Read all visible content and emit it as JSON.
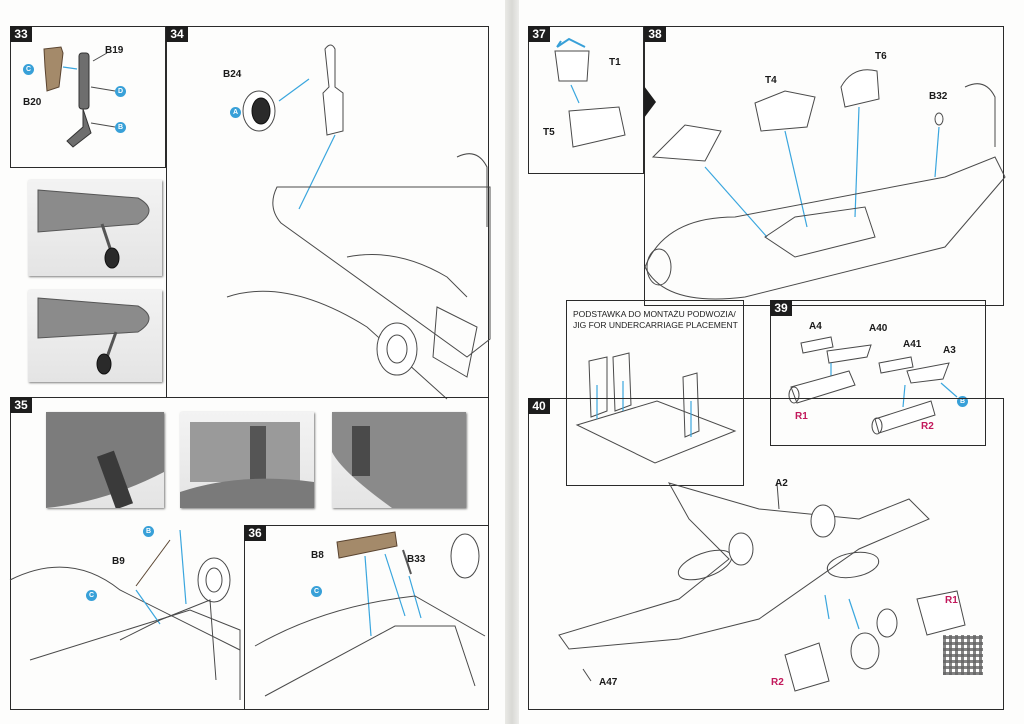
{
  "steps": {
    "s33": {
      "number": "33",
      "parts": [
        "B19",
        "B20"
      ],
      "callouts": [
        "C",
        "D",
        "B"
      ]
    },
    "s34": {
      "number": "34",
      "parts": [
        "B24"
      ],
      "callouts": [
        "A"
      ]
    },
    "s35": {
      "number": "35",
      "parts": [
        "B9"
      ],
      "callouts": [
        "B",
        "C"
      ]
    },
    "s36": {
      "number": "36",
      "parts": [
        "B8",
        "B33"
      ],
      "callouts": [
        "C"
      ]
    },
    "s37": {
      "number": "37",
      "parts": [
        "T1",
        "T5"
      ]
    },
    "s38": {
      "number": "38",
      "parts": [
        "T4",
        "T6",
        "B32"
      ]
    },
    "s39": {
      "number": "39",
      "parts": [
        "A4",
        "A40",
        "A41",
        "A3",
        "R1",
        "R2"
      ],
      "callouts": [
        "B"
      ]
    },
    "s40": {
      "number": "40",
      "parts": [
        "A2",
        "A47",
        "R1",
        "R2"
      ]
    }
  },
  "jig": {
    "line1": "PODSTAWKA DO MONTAŻU PODWOZIA/",
    "line2": "JIG FOR UNDERCARRIAGE PLACEMENT"
  },
  "colors": {
    "arrow": "#38a0d8",
    "callout": "#38a0d8",
    "clear_part_label": "#c2185b",
    "resin_part": "#a48a6a"
  }
}
